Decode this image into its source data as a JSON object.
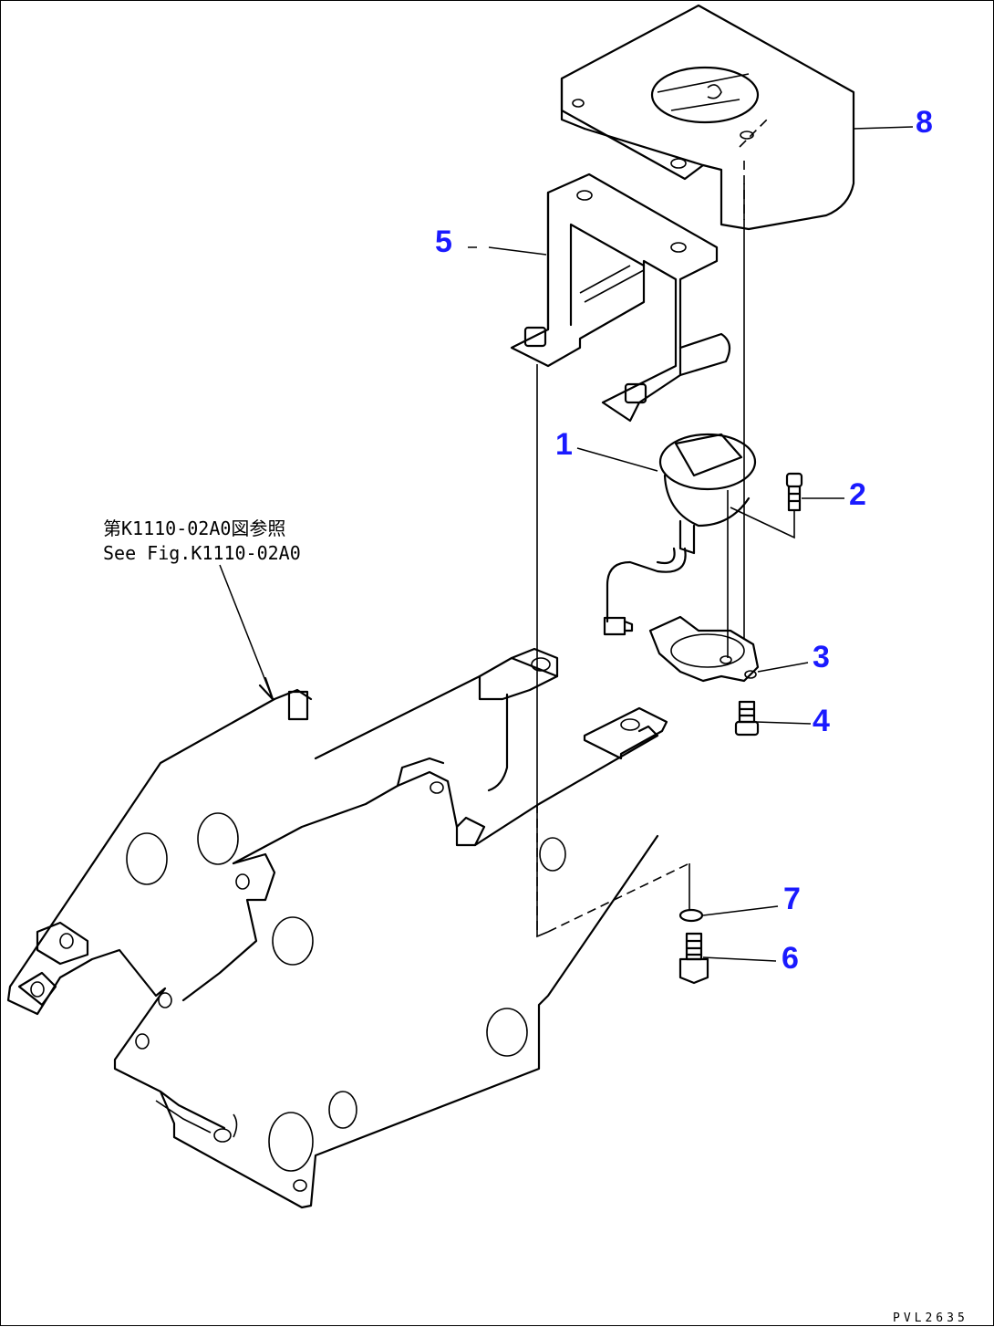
{
  "callouts": [
    {
      "id": "1",
      "label": "1"
    },
    {
      "id": "2",
      "label": "2"
    },
    {
      "id": "3",
      "label": "3"
    },
    {
      "id": "4",
      "label": "4"
    },
    {
      "id": "5",
      "label": "5"
    },
    {
      "id": "6",
      "label": "6"
    },
    {
      "id": "7",
      "label": "7"
    },
    {
      "id": "8",
      "label": "8"
    }
  ],
  "reference_note": {
    "line1": "第K1110-02A0図参照",
    "line2": "See Fig.K1110-02A0"
  },
  "drawing_code": "PVL2635",
  "colors": {
    "callout": "#1a1aff",
    "line": "#000000"
  }
}
